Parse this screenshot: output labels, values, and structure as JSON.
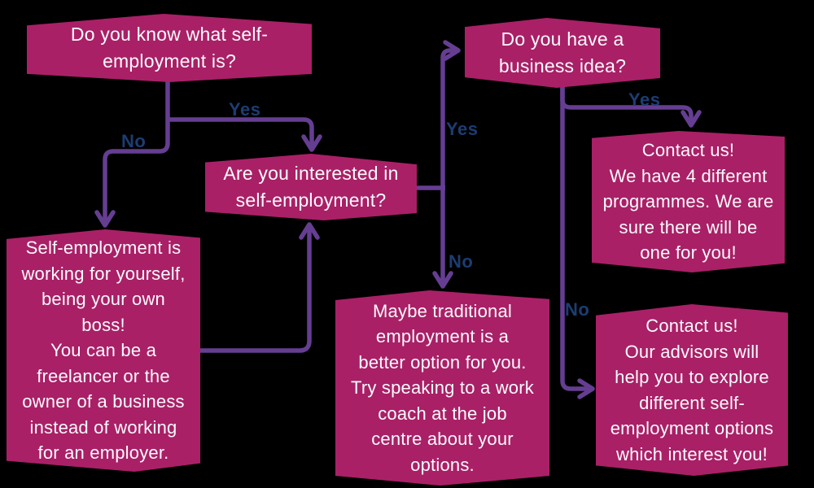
{
  "diagram": {
    "type": "flowchart",
    "topic": "Self-employment decision flowchart"
  },
  "colors": {
    "background": "#000000",
    "node-fill": "#a92067",
    "node-text": "#fdfafc",
    "connector": "#653e92",
    "label-text": "#1c3d72"
  },
  "nodes": [
    {
      "id": "q1",
      "role": "question",
      "text": "Do you know what self-\nemployment is?"
    },
    {
      "id": "q2",
      "role": "question",
      "text": "Do you have a\nbusiness idea?"
    },
    {
      "id": "q3",
      "role": "question",
      "text": "Are you interested in\nself-employment?"
    },
    {
      "id": "info-self-employment",
      "role": "info",
      "text": "Self-employment is\nworking for yourself,\nbeing your own\nboss!\nYou can be a\nfreelancer or the\nowner of a business\ninstead of working\nfor an employer."
    },
    {
      "id": "outcome-traditional",
      "role": "outcome",
      "text": "Maybe traditional\nemployment is a\nbetter option for you.\nTry speaking to a work\ncoach at the job\ncentre about your\noptions."
    },
    {
      "id": "outcome-programmes",
      "role": "outcome",
      "text": "Contact us!\nWe have 4 different\nprogrammes. We are\nsure there will be\none for you!"
    },
    {
      "id": "outcome-advisors",
      "role": "outcome",
      "text": "Contact us!\nOur advisors will\nhelp you to explore\ndifferent self-\nemployment options\nwhich interest you!"
    }
  ],
  "edges": [
    {
      "id": "yes1",
      "from": "q1",
      "to": "q3",
      "label": "Yes"
    },
    {
      "id": "no1",
      "from": "q1",
      "to": "info-self-employment",
      "label": "No"
    },
    {
      "id": "back",
      "from": "info-self-employment",
      "to": "q3",
      "label": ""
    },
    {
      "id": "yes2",
      "from": "q3",
      "to": "q2",
      "label": "Yes"
    },
    {
      "id": "no2",
      "from": "q3",
      "to": "outcome-traditional",
      "label": "No"
    },
    {
      "id": "yes3",
      "from": "q2",
      "to": "outcome-programmes",
      "label": "Yes"
    },
    {
      "id": "no3",
      "from": "q2",
      "to": "outcome-advisors",
      "label": "No"
    }
  ]
}
